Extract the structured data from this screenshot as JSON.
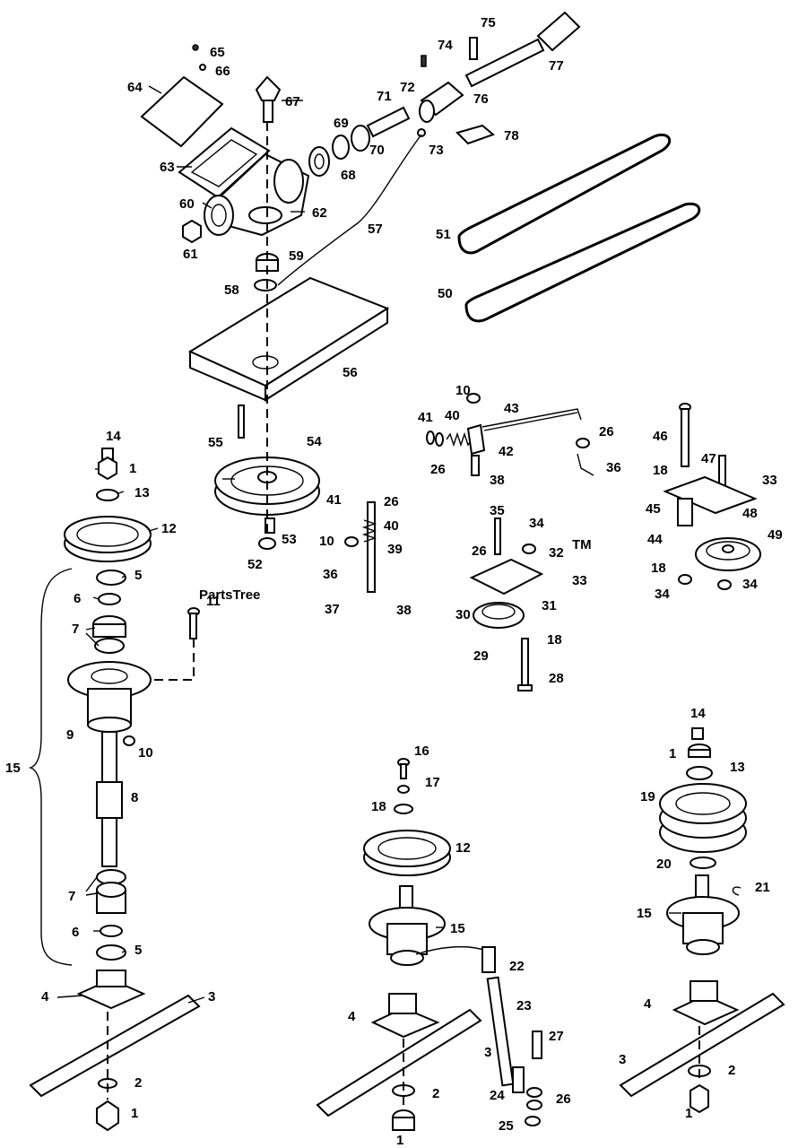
{
  "watermark": {
    "text": "PartsTree",
    "tm": "TM"
  },
  "callouts": {
    "c65": "65",
    "c66": "66",
    "c64": "64",
    "c67": "67",
    "c74": "74",
    "c75": "75",
    "c77": "77",
    "c71": "71",
    "c72": "72",
    "c76": "76",
    "c69": "69",
    "c70": "70",
    "c73": "73",
    "c78": "78",
    "c63": "63",
    "c68": "68",
    "c60": "60",
    "c62": "62",
    "c57": "57",
    "c61": "61",
    "c51": "51",
    "c59": "59",
    "c58": "58",
    "c50": "50",
    "c56": "56",
    "c10a": "10",
    "c43": "43",
    "c41a": "41",
    "c40a": "40",
    "c26a": "26",
    "c42": "42",
    "c26b": "26",
    "c46": "46",
    "c36a": "36",
    "c38a": "38",
    "c14a": "14",
    "c55": "55",
    "c54": "54",
    "c1a": "1",
    "c47": "47",
    "c33a": "33",
    "c18a": "18",
    "c13a": "13",
    "c41b": "41",
    "c26c": "26",
    "c45": "45",
    "c48": "48",
    "c35": "35",
    "c34a": "34",
    "c12a": "12",
    "c40b": "40",
    "c53": "53",
    "c44": "44",
    "c49": "49",
    "c10b": "10",
    "c39": "39",
    "c26d": "26",
    "c32": "32",
    "c52": "52",
    "c33b": "33",
    "c18b": "18",
    "c5a": "5",
    "c36b": "36",
    "c34b": "34",
    "c34c": "34",
    "c11": "11",
    "c6a": "6",
    "c37": "37",
    "c38b": "38",
    "c31": "31",
    "c30": "30",
    "c7a": "7",
    "c18c": "18",
    "c29": "29",
    "c28": "28",
    "c9": "9",
    "c10c": "10",
    "c14b": "14",
    "c1b": "1",
    "c13b": "13",
    "c15a": "15",
    "c16": "16",
    "c17": "17",
    "c8": "8",
    "c18d": "18",
    "c19": "19",
    "c12b": "12",
    "c20": "20",
    "c21": "21",
    "c7b": "7",
    "c15b": "15",
    "c15c": "15",
    "c6b": "6",
    "c5b": "5",
    "c22": "22",
    "c4a": "4",
    "c3a": "3",
    "c23": "23",
    "c4b": "4",
    "c4c": "4",
    "c27": "27",
    "c3b": "3",
    "c3c": "3",
    "c2a": "2",
    "c2b": "2",
    "c2c": "2",
    "c24": "24",
    "c26e": "26",
    "c1c": "1",
    "c1d": "1",
    "c25": "25",
    "c1e": "1"
  }
}
